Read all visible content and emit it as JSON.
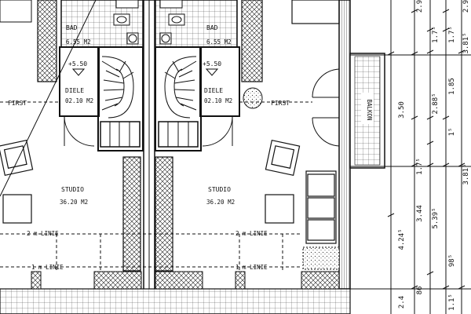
{
  "plan": {
    "bad_left": "BAD",
    "bad_left_area": "6.55 M2",
    "bad_right": "BAD",
    "bad_right_area": "6.55 M2",
    "level_left": "+5.50",
    "level_right": "+5.50",
    "diele_left": "DIELE",
    "diele_left_area": "02.10 M2",
    "diele_right": "DIELE",
    "diele_right_area": "02.10 M2",
    "first_left": "FIRST",
    "first_right": "FIRST",
    "studio_left": "STUDIO",
    "studio_left_area": "36.20 M2",
    "studio_right": "STUDIO",
    "studio_right_area": "36.20 M2",
    "linie_left_top": "2 m LINIE",
    "linie_right_top": "2 m LINIE",
    "linie_left_bottom": "1 m LINIE",
    "linie_right_bottom": "1 m LINIE",
    "balkon": "BALKON"
  },
  "dimensions": {
    "col1": [
      "3.50",
      "4.24⁵",
      "2.4",
      "86"
    ],
    "col2": [
      "3.44",
      "1.1⁵"
    ],
    "col3": [
      "2.88⁵",
      "5.39⁵",
      "1.7⁵",
      "2.9",
      "98⁵"
    ],
    "col4": [
      "1.85",
      "1⁵",
      "1.7⁵"
    ],
    "col5": [
      "3.81⁵",
      "3.81⁵",
      "1.7⁵",
      "2.9"
    ]
  }
}
